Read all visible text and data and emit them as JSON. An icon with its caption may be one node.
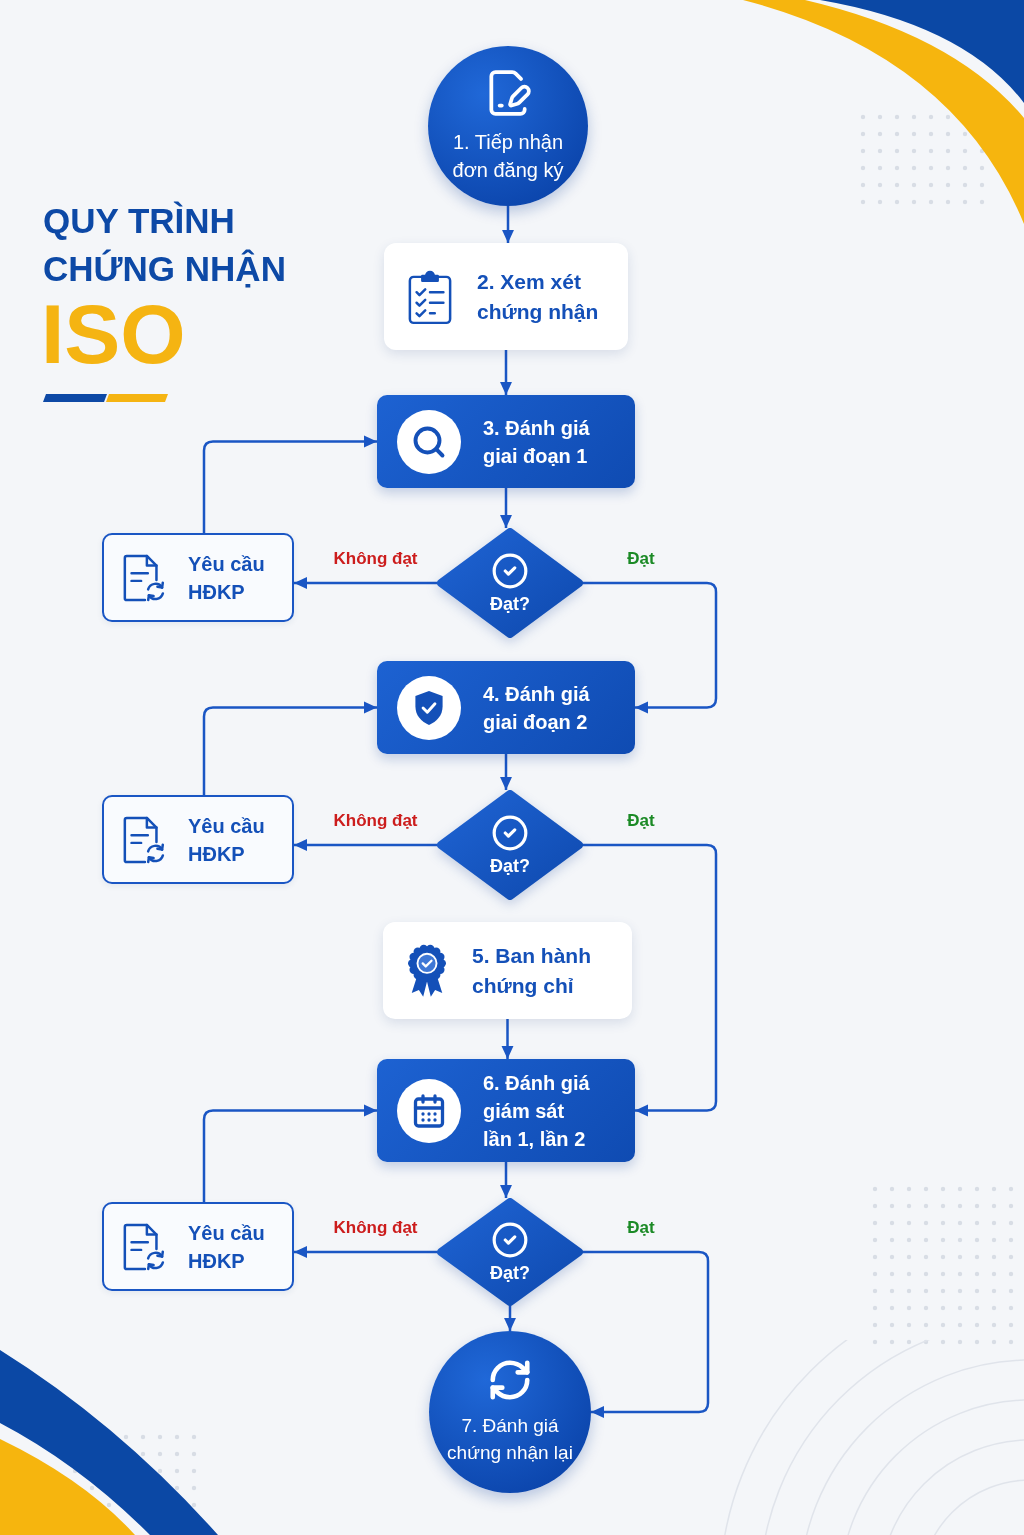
{
  "diagram": {
    "title": "QUY TRÌNH CHỨNG NHẬN",
    "nodes": [
      {
        "text": [
          "1. Tiếp nhận đơn đăng ký"
        ]
      },
      {
        "text": [
          "2. Xem xét chứng nhận"
        ]
      },
      {
        "text": [
          "3. Đánh giá giai đoạn 1"
        ]
      },
      {
        "text": [
          "Yêu cầu HĐKP"
        ]
      },
      {
        "text": [
          "Đạt?"
        ]
      },
      {
        "text": [
          "4. Đánh giá giai đoạn 2"
        ]
      },
      {
        "text": [
          "Yêu cầu HĐKP"
        ]
      },
      {
        "text": [
          "Đạt?"
        ]
      },
      {
        "text": [
          "5. Ban hành chứng chỉ"
        ]
      },
      {
        "text": [
          "6. Đánh giá giám sát lần 1, lần 2"
        ]
      },
      {
        "text": [
          "Yêu cầu HĐKP"
        ]
      },
      {
        "text": [
          "Đạt?"
        ]
      },
      {
        "text": [
          "7. Đánh giá chứng nhận lại"
        ]
      }
    ],
    "edges": [
      {
        "from": 0,
        "to": 1,
        "arrow": "to"
      },
      {
        "from": 1,
        "to": 2,
        "arrow": "to"
      },
      {
        "from": 2,
        "to": 4,
        "arrow": "to"
      },
      {
        "from": 4,
        "to": 3,
        "arrow": "to",
        "label": "Không đạt"
      },
      {
        "from": 3,
        "to": 2,
        "arrow": "to"
      },
      {
        "from": 4,
        "to": 5,
        "arrow": "to",
        "label": "Đạt"
      },
      {
        "from": 5,
        "to": 7,
        "arrow": "to"
      },
      {
        "from": 7,
        "to": 6,
        "arrow": "to",
        "label": "Không đạt"
      },
      {
        "from": 6,
        "to": 5,
        "arrow": "to"
      },
      {
        "from": 7,
        "to": 9,
        "arrow": "to",
        "label": "Đạt"
      },
      {
        "from": 8,
        "to": 9,
        "arrow": "to"
      },
      {
        "from": 9,
        "to": 11,
        "arrow": "to"
      },
      {
        "from": 11,
        "to": 10,
        "arrow": "to",
        "label": "Không đạt"
      },
      {
        "from": 10,
        "to": 9,
        "arrow": "to"
      },
      {
        "from": 11,
        "to": 12,
        "arrow": "to"
      },
      {
        "from": 11,
        "to": 12,
        "arrow": "to",
        "label": "Đạt"
      }
    ],
    "labels": [
      "ISO"
    ]
  }
}
